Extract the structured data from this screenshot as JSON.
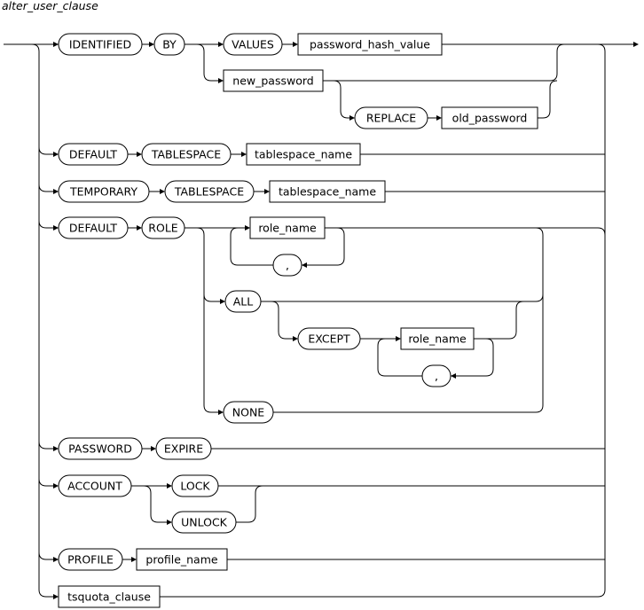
{
  "title": "alter_user_clause",
  "keywords": {
    "identified": "IDENTIFIED",
    "by": "BY",
    "values": "VALUES",
    "replace": "REPLACE",
    "default": "DEFAULT",
    "tablespace": "TABLESPACE",
    "temporary": "TEMPORARY",
    "role": "ROLE",
    "all": "ALL",
    "except": "EXCEPT",
    "none": "NONE",
    "password": "PASSWORD",
    "expire": "EXPIRE",
    "account": "ACCOUNT",
    "lock": "LOCK",
    "unlock": "UNLOCK",
    "profile": "PROFILE",
    "comma": ","
  },
  "nonterminals": {
    "password_hash_value": "password_hash_value",
    "new_password": "new_password",
    "old_password": "old_password",
    "tablespace_name": "tablespace_name",
    "role_name": "role_name",
    "profile_name": "profile_name",
    "tsquota_clause": "tsquota_clause"
  }
}
